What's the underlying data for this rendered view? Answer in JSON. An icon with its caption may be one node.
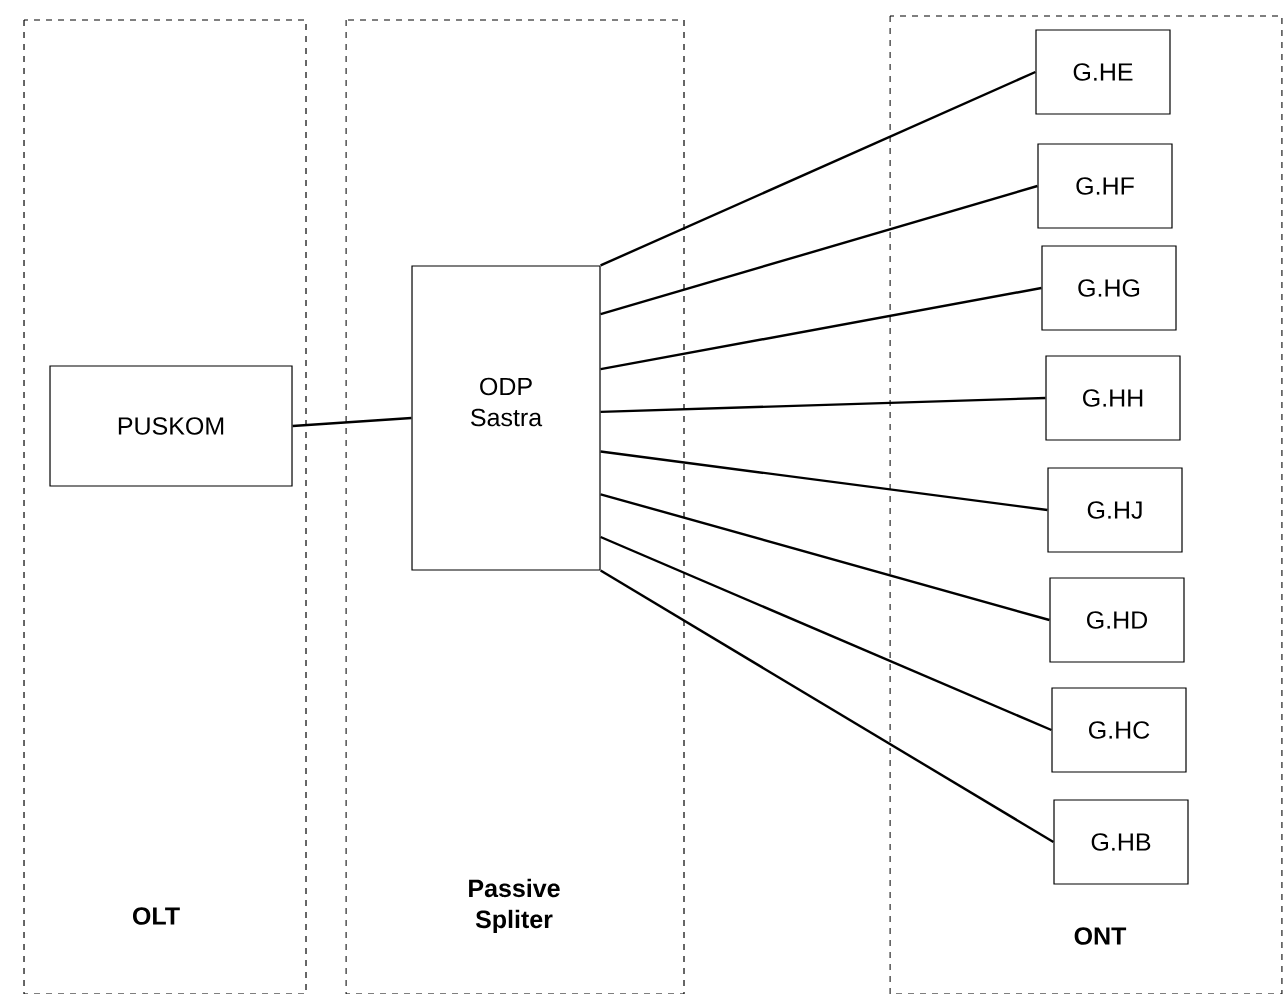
{
  "diagram": {
    "nodes": [
      {
        "text": [
          "OLT"
        ]
      },
      {
        "text": [
          "PUSKOM"
        ],
        "in": 0
      },
      {
        "text": [
          "Passive Spliter"
        ]
      },
      {
        "text": [
          "ODP Sastra"
        ],
        "in": 2
      },
      {
        "text": [
          "ONT"
        ]
      },
      {
        "text": [
          "G.HE"
        ],
        "in": 4
      },
      {
        "text": [
          "G.HF"
        ],
        "in": 4
      },
      {
        "text": [
          "G.HG"
        ],
        "in": 4
      },
      {
        "text": [
          "G.HH"
        ],
        "in": 4
      },
      {
        "text": [
          "G.HJ"
        ],
        "in": 4
      },
      {
        "text": [
          "G.HD"
        ],
        "in": 4
      },
      {
        "text": [
          "G.HC"
        ],
        "in": 4
      },
      {
        "text": [
          "G.HB"
        ],
        "in": 4
      }
    ],
    "edges": [
      {
        "from": 1,
        "to": 3,
        "arrow": "none"
      },
      {
        "from": 3,
        "to": 5,
        "arrow": "none"
      },
      {
        "from": 3,
        "to": 6,
        "arrow": "none"
      },
      {
        "from": 3,
        "to": 7,
        "arrow": "none"
      },
      {
        "from": 3,
        "to": 8,
        "arrow": "none"
      },
      {
        "from": 3,
        "to": 9,
        "arrow": "none"
      },
      {
        "from": 3,
        "to": 10,
        "arrow": "none"
      },
      {
        "from": 3,
        "to": 11,
        "arrow": "none"
      },
      {
        "from": 3,
        "to": 12,
        "arrow": "none"
      }
    ]
  }
}
